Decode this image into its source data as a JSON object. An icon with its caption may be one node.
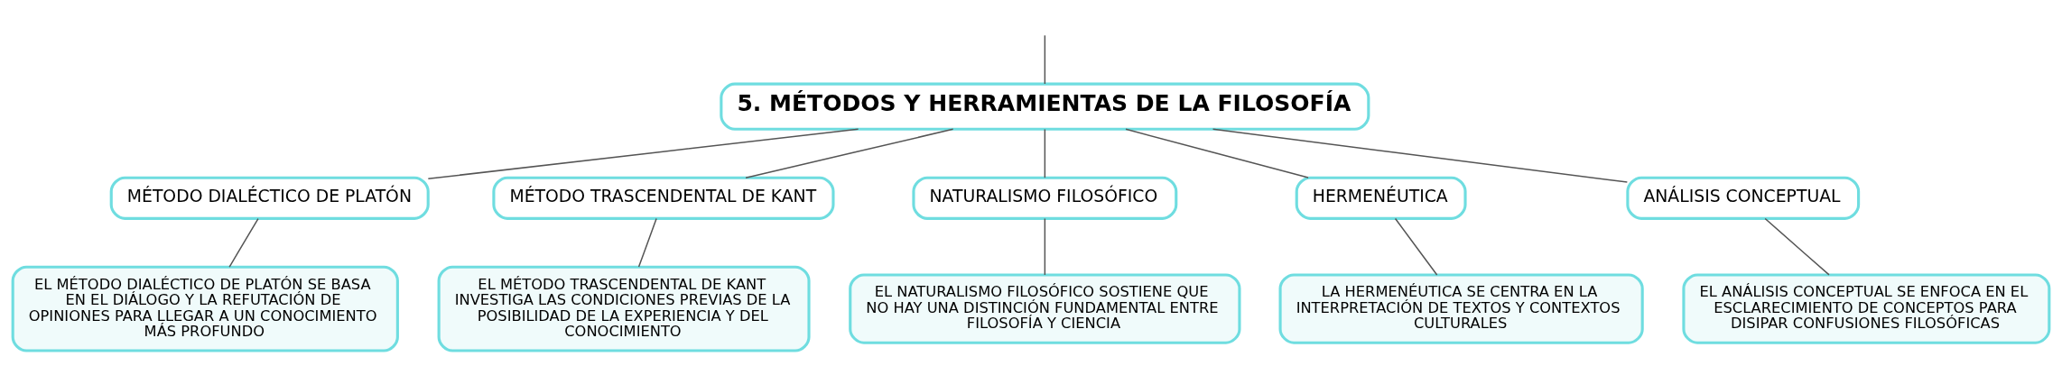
{
  "diagram": {
    "nodes": [
      {
        "text": [
          "5. MÉTODOS Y HERRAMIENTAS DE LA FILOSOFÍA"
        ]
      },
      {
        "text": [
          "MÉTODO DIALÉCTICO DE PLATÓN"
        ]
      },
      {
        "text": [
          "MÉTODO TRASCENDENTAL DE KANT"
        ]
      },
      {
        "text": [
          "NATURALISMO FILOSÓFICO"
        ]
      },
      {
        "text": [
          "HERMENÉUTICA"
        ]
      },
      {
        "text": [
          "ANÁLISIS CONCEPTUAL"
        ]
      },
      {
        "text": [
          "EL MÉTODO DIALÉCTICO DE PLATÓN SE BASA EN EL DIÁLOGO Y LA REFUTACIÓN DE OPINIONES PARA LLEGAR A UN CONOCIMIENTO MÁS PROFUNDO"
        ]
      },
      {
        "text": [
          "EL MÉTODO TRASCENDENTAL DE KANT INVESTIGA LAS CONDICIONES PREVIAS DE LA POSIBILIDAD DE LA EXPERIENCIA Y DEL CONOCIMIENTO"
        ]
      },
      {
        "text": [
          "EL NATURALISMO FILOSÓFICO SOSTIENE QUE NO HAY UNA DISTINCIÓN FUNDAMENTAL ENTRE FILOSOFÍA Y CIENCIA"
        ]
      },
      {
        "text": [
          "LA HERMENÉUTICA SE CENTRA EN LA INTERPRETACIÓN DE TEXTOS Y CONTEXTOS CULTURALES"
        ]
      },
      {
        "text": [
          "EL ANÁLISIS CONCEPTUAL SE ENFOCA EN EL ESCLARECIMIENTO DE CONCEPTOS PARA DISIPAR CONFUSIONES FILOSÓFICAS"
        ]
      }
    ],
    "edges": [
      {
        "from": null,
        "to": 0,
        "arrow": "none"
      },
      {
        "from": 0,
        "to": 1,
        "arrow": "none"
      },
      {
        "from": 0,
        "to": 2,
        "arrow": "none"
      },
      {
        "from": 0,
        "to": 3,
        "arrow": "none"
      },
      {
        "from": 0,
        "to": 4,
        "arrow": "none"
      },
      {
        "from": 0,
        "to": 5,
        "arrow": "none"
      },
      {
        "from": 1,
        "to": 6,
        "arrow": "none"
      },
      {
        "from": 2,
        "to": 7,
        "arrow": "none"
      },
      {
        "from": 3,
        "to": 8,
        "arrow": "none"
      },
      {
        "from": 4,
        "to": 9,
        "arrow": "none"
      },
      {
        "from": 5,
        "to": 10,
        "arrow": "none"
      }
    ]
  }
}
